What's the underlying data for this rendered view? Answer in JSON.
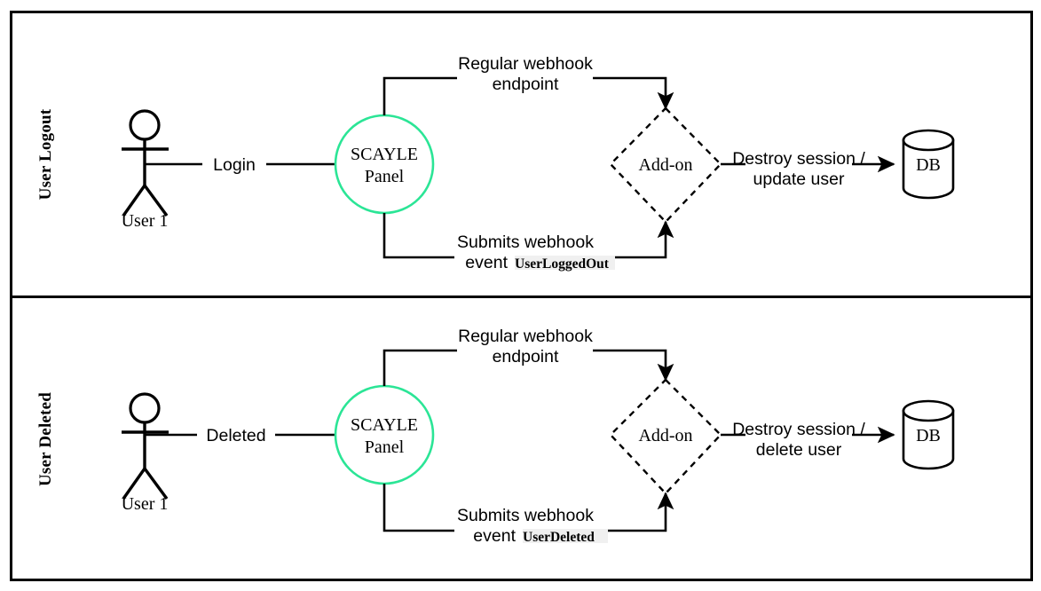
{
  "diagram": {
    "title": "SCAYLE Panel webhook add-on flows",
    "colors": {
      "panel_circle_stroke": "#2BE596",
      "line": "#000000",
      "frame": "#000000",
      "background": "#ffffff",
      "event_token_background": "#f0f0f0"
    },
    "lanes": [
      {
        "id": "user-logout",
        "title": "User Logout",
        "actor": {
          "label": "User 1",
          "icon": "stick-figure-actor-icon"
        },
        "actor_edge_label": "Login",
        "process": {
          "line1": "SCAYLE",
          "line2": "Panel",
          "shape": "circle"
        },
        "top_edge_label_line1": "Regular webhook",
        "top_edge_label_line2": "endpoint",
        "bottom_edge_label_line1": "Submits webhook",
        "bottom_edge_label_prefix": "event",
        "bottom_edge_label_event": "UserLoggedOut",
        "decision": {
          "label": "Add-on",
          "shape": "diamond-dashed"
        },
        "result_edge_label_line1": "Destroy session /",
        "result_edge_label_line2": "update user",
        "datastore": {
          "label": "DB",
          "shape": "cylinder"
        }
      },
      {
        "id": "user-deleted",
        "title": "User Deleted",
        "actor": {
          "label": "User 1",
          "icon": "stick-figure-actor-icon"
        },
        "actor_edge_label": "Deleted",
        "process": {
          "line1": "SCAYLE",
          "line2": "Panel",
          "shape": "circle"
        },
        "top_edge_label_line1": "Regular webhook",
        "top_edge_label_line2": "endpoint",
        "bottom_edge_label_line1": "Submits webhook",
        "bottom_edge_label_prefix": "event",
        "bottom_edge_label_event": "UserDeleted",
        "decision": {
          "label": "Add-on",
          "shape": "diamond-dashed"
        },
        "result_edge_label_line1": "Destroy session /",
        "result_edge_label_line2": "delete user",
        "datastore": {
          "label": "DB",
          "shape": "cylinder"
        }
      }
    ]
  }
}
